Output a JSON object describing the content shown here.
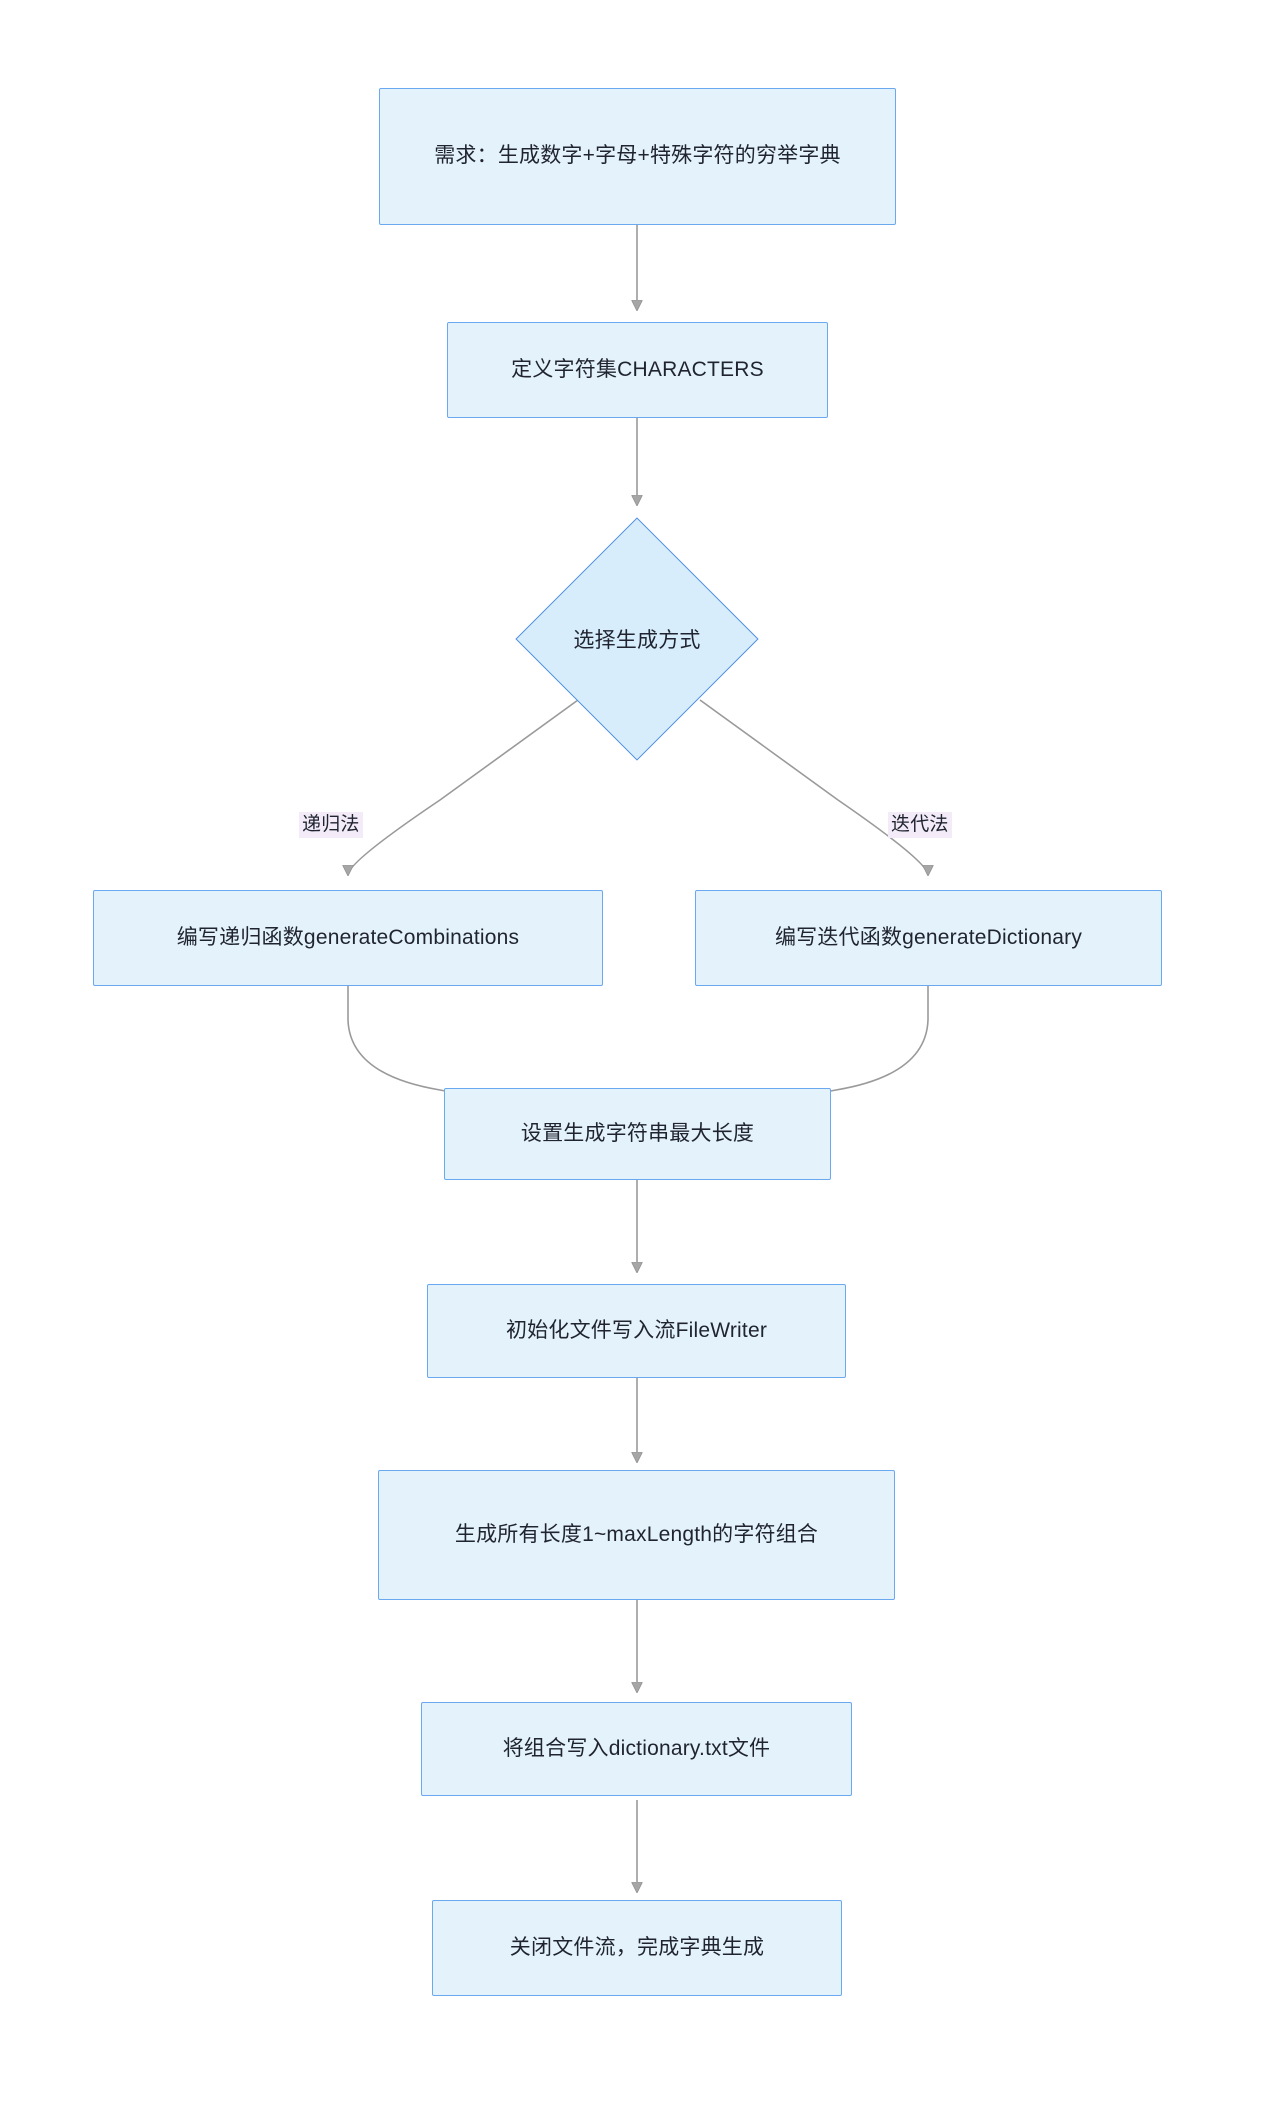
{
  "diagram": {
    "type": "flowchart",
    "direction": "top-to-bottom",
    "theme": {
      "background": "#ffffff",
      "node_fill": "#e4f2fb",
      "node_border": "#6aa8f0",
      "decision_fill": "#d8edfb",
      "decision_border": "#4e8fe0",
      "edge_stroke": "#9a9a9a",
      "edge_label_fill": "#f3ecf8",
      "text_color": "#1f2430"
    },
    "nodes": [
      {
        "id": "n1",
        "shape": "rect",
        "label": "需求：生成数字+字母+特殊字符的穷举字典"
      },
      {
        "id": "n2",
        "shape": "rect",
        "label": "定义字符集CHARACTERS"
      },
      {
        "id": "n3",
        "shape": "diamond",
        "label": "选择生成方式"
      },
      {
        "id": "n4",
        "shape": "rect",
        "label": "编写递归函数generateCombinations"
      },
      {
        "id": "n5",
        "shape": "rect",
        "label": "编写迭代函数generateDictionary"
      },
      {
        "id": "n6",
        "shape": "rect",
        "label": "设置生成字符串最大长度"
      },
      {
        "id": "n7",
        "shape": "rect",
        "label": "初始化文件写入流FileWriter"
      },
      {
        "id": "n8",
        "shape": "rect",
        "label": "生成所有长度1~maxLength的字符组合"
      },
      {
        "id": "n9",
        "shape": "rect",
        "label": "将组合写入dictionary.txt文件"
      },
      {
        "id": "n10",
        "shape": "rect",
        "label": "关闭文件流，完成字典生成"
      }
    ],
    "edges": [
      {
        "from": "n1",
        "to": "n2",
        "label": ""
      },
      {
        "from": "n2",
        "to": "n3",
        "label": ""
      },
      {
        "from": "n3",
        "to": "n4",
        "label": "递归法"
      },
      {
        "from": "n3",
        "to": "n5",
        "label": "迭代法"
      },
      {
        "from": "n4",
        "to": "n6",
        "label": ""
      },
      {
        "from": "n5",
        "to": "n6",
        "label": ""
      },
      {
        "from": "n6",
        "to": "n7",
        "label": ""
      },
      {
        "from": "n7",
        "to": "n8",
        "label": ""
      },
      {
        "from": "n8",
        "to": "n9",
        "label": ""
      },
      {
        "from": "n9",
        "to": "n10",
        "label": ""
      }
    ],
    "edge_labels": {
      "recursion": "递归法",
      "iteration": "迭代法"
    }
  }
}
